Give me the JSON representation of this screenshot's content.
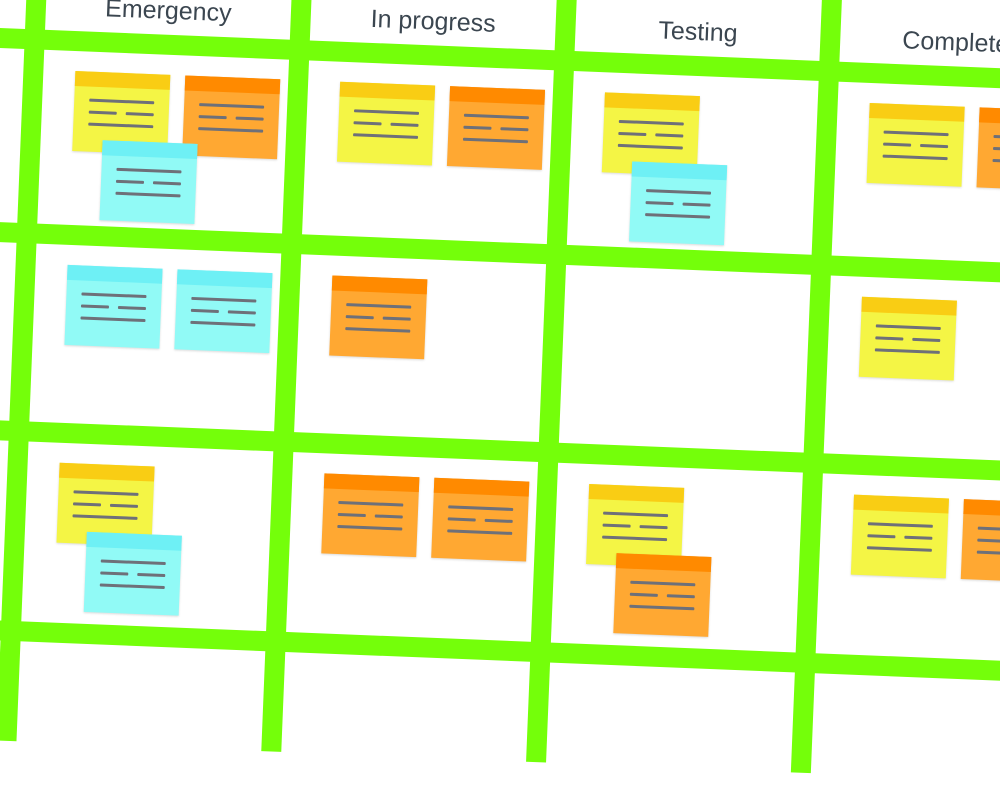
{
  "board": {
    "columns": [
      {
        "label": ""
      },
      {
        "label": "Emergency"
      },
      {
        "label": "In progress"
      },
      {
        "label": "Testing"
      },
      {
        "label": "Completed"
      }
    ],
    "rows": [
      [
        [],
        [
          {
            "color": "yellow"
          },
          {
            "color": "orange"
          },
          {
            "color": "cyan",
            "overlap": true
          }
        ],
        [
          {
            "color": "yellow"
          },
          {
            "color": "orange"
          }
        ],
        [
          {
            "color": "yellow"
          },
          {
            "color": "cyan",
            "overlap": true
          }
        ],
        [
          {
            "color": "yellow"
          },
          {
            "color": "orange"
          }
        ]
      ],
      [
        [],
        [
          {
            "color": "cyan"
          },
          {
            "color": "cyan"
          }
        ],
        [
          {
            "color": "orange"
          }
        ],
        [],
        [
          {
            "color": "yellow"
          }
        ]
      ],
      [
        [],
        [
          {
            "color": "yellow"
          },
          {
            "color": "cyan",
            "overlap": true
          }
        ],
        [
          {
            "color": "orange"
          },
          {
            "color": "orange"
          }
        ],
        [
          {
            "color": "yellow"
          },
          {
            "color": "orange",
            "overlap": true
          }
        ],
        [
          {
            "color": "yellow"
          },
          {
            "color": "orange"
          }
        ]
      ]
    ]
  },
  "colors": {
    "grid": "#74ff0a",
    "yellow": {
      "body": "#f4f545",
      "band": "#f9cd14"
    },
    "orange": {
      "body": "#ffa832",
      "band": "#ff8a00"
    },
    "cyan": {
      "body": "#91faf6",
      "band": "#6ef0f5"
    }
  }
}
